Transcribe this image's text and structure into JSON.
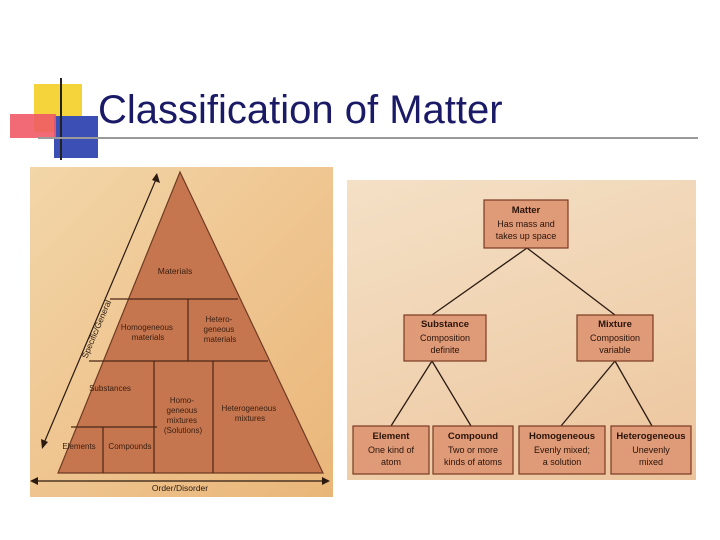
{
  "slide": {
    "title": "Classification of Matter"
  },
  "pyramid": {
    "side_label": "Specific/General",
    "bottom_label": "Order/Disorder",
    "level_materials": "Materials",
    "homogeneous_materials": [
      "Homogeneous",
      "materials"
    ],
    "heterogeneous_materials": [
      "Hetero-",
      "geneous",
      "materials"
    ],
    "substances": "Substances",
    "homogeneous_mixtures": [
      "Homo-",
      "geneous",
      "mixtures",
      "(Solutions)"
    ],
    "heterogeneous_mixtures": [
      "Heterogeneous",
      "mixtures"
    ],
    "elements": "Elements",
    "compounds": "Compounds"
  },
  "tree": {
    "matter": {
      "title": "Matter",
      "lines": [
        "Has mass and",
        "takes up space"
      ]
    },
    "substance": {
      "title": "Substance",
      "lines": [
        "Composition",
        "definite"
      ]
    },
    "mixture": {
      "title": "Mixture",
      "lines": [
        "Composition",
        "variable"
      ]
    },
    "element": {
      "title": "Element",
      "lines": [
        "One kind of",
        "atom"
      ]
    },
    "compound": {
      "title": "Compound",
      "lines": [
        "Two or more",
        "kinds of atoms"
      ]
    },
    "homogeneous": {
      "title": "Homogeneous",
      "lines": [
        "Evenly mixed;",
        "a solution"
      ]
    },
    "heterogeneous": {
      "title": "Heterogeneous",
      "lines": [
        "Unevenly",
        "mixed"
      ]
    }
  },
  "colors": {
    "title": "#1a1a66",
    "pyramid_fill": "#c5764f",
    "box_fill": "#df9a78",
    "box_border": "#7a3a22"
  }
}
